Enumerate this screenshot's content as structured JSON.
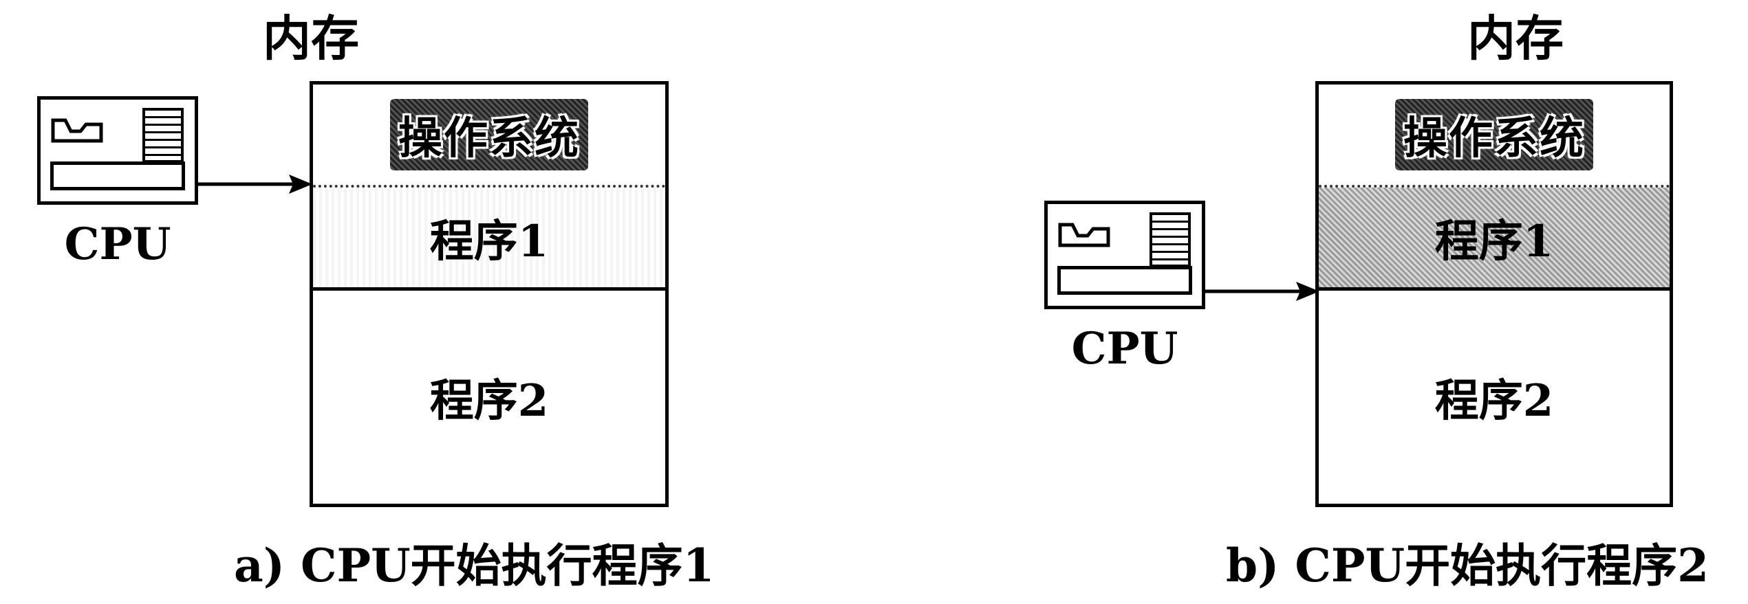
{
  "panels": [
    {
      "memory_title": "内存",
      "segments": {
        "os": "操作系统",
        "program1": "程序1",
        "program2": "程序2"
      },
      "cpu_label": "CPU",
      "caption": "a) CPU开始执行程序1"
    },
    {
      "memory_title": "内存",
      "segments": {
        "os": "操作系统",
        "program1": "程序1",
        "program2": "程序2"
      },
      "cpu_label": "CPU",
      "caption": "b) CPU开始执行程序2"
    }
  ]
}
